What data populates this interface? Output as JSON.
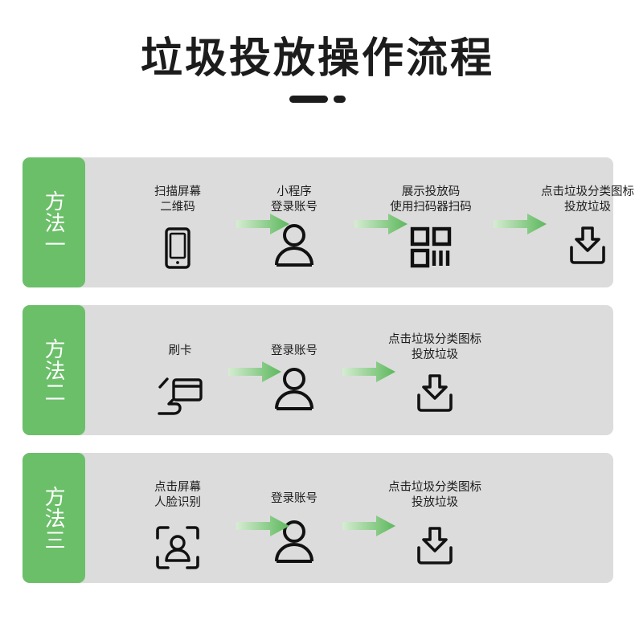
{
  "header": {
    "title": "垃圾投放操作流程",
    "divider_dash": "dash",
    "divider_dot": "dot"
  },
  "colors": {
    "badge_green": "#6bbf69",
    "panel_gray": "#dcdcdc",
    "ink": "#1c1c1c",
    "arrow_light": "#d6ecd2",
    "arrow_dark": "#5cb85c",
    "page_background": "#ffffff"
  },
  "methods": [
    {
      "badge": "方法一",
      "steps": [
        {
          "label": "扫描屏幕\n二维码",
          "icon": "smartphone-icon"
        },
        {
          "label": "小程序\n登录账号",
          "icon": "person-icon"
        },
        {
          "label": "展示投放码\n使用扫码器扫码",
          "icon": "qrcode-icon"
        },
        {
          "label": "点击垃圾分类图标\n投放垃圾",
          "icon": "download-tray-icon"
        }
      ],
      "arrows": 3
    },
    {
      "badge": "方法二",
      "steps": [
        {
          "label": "刷卡",
          "icon": "card-swipe-icon"
        },
        {
          "label": "登录账号",
          "icon": "person-icon"
        },
        {
          "label": "点击垃圾分类图标\n投放垃圾",
          "icon": "download-tray-icon"
        }
      ],
      "arrows": 2
    },
    {
      "badge": "方法三",
      "steps": [
        {
          "label": "点击屏幕\n人脸识别",
          "icon": "face-recognition-icon"
        },
        {
          "label": "登录账号",
          "icon": "person-icon"
        },
        {
          "label": "点击垃圾分类图标\n投放垃圾",
          "icon": "download-tray-icon"
        }
      ],
      "arrows": 2
    }
  ]
}
